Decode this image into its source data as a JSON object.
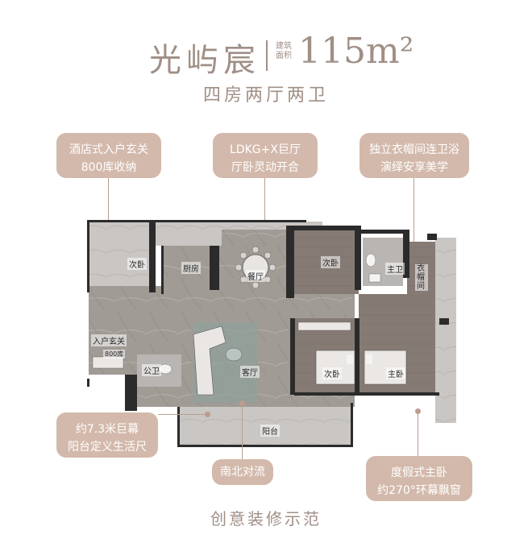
{
  "header": {
    "project_name": "光屿宸",
    "area_label": "建筑面积",
    "area_value": "115m²",
    "subtitle": "四房两厅两卫"
  },
  "callouts": {
    "entrance": {
      "line1": "酒店式入户玄关",
      "line2": "800库收纳"
    },
    "ldkg": {
      "line1": "LDKG+X巨厅",
      "line2": "厅卧灵动开合"
    },
    "wardrobe": {
      "line1": "独立衣帽间连卫浴",
      "line2": "演绎安享美学"
    },
    "balcony": {
      "line1": "约7.3米巨幕",
      "line2": "阳台定义生活尺度"
    },
    "ventilation": {
      "line1": "南北对流"
    },
    "master": {
      "line1": "度假式主卧",
      "line2": "约270°环幕飘窗"
    }
  },
  "rooms": {
    "secondary_bedroom_1": "次卧",
    "kitchen": "厨房",
    "dining": "餐厅",
    "secondary_bedroom_2": "次卧",
    "master_bath": "主卫",
    "walk_in_closet": "衣帽间",
    "entrance_hall": "入户玄关",
    "storage_800": "800库",
    "public_bath": "公卫",
    "living_room": "客厅",
    "secondary_bedroom_3": "次卧",
    "master_bedroom": "主卧",
    "balcony": "阳台"
  },
  "footer": {
    "caption": "创意装修示范"
  },
  "colors": {
    "accent": "#a08f86",
    "callout_bg": "#d3b9ab",
    "floor": "#9e9994",
    "wood": "#857b74",
    "wall": "#2b2b2b"
  }
}
